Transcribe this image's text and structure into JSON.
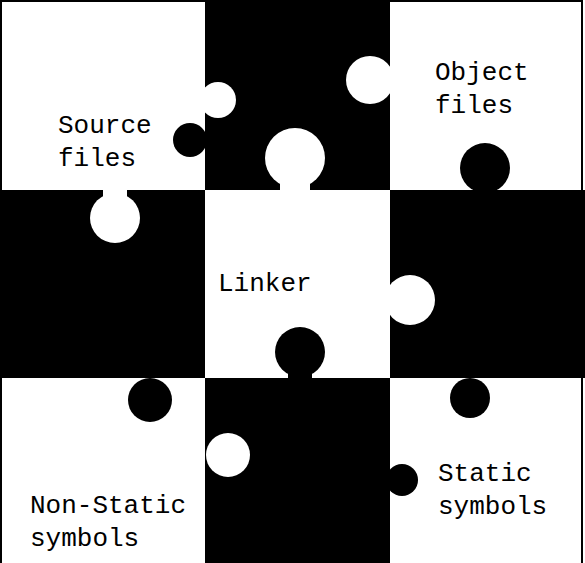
{
  "diagram": {
    "nodes": [
      {
        "text": [
          "Source files"
        ]
      },
      {
        "text": [
          "Object files"
        ]
      },
      {
        "text": [
          "Linker"
        ]
      },
      {
        "text": [
          "Non-Static symbols"
        ]
      },
      {
        "text": [
          "Static symbols"
        ]
      }
    ]
  }
}
